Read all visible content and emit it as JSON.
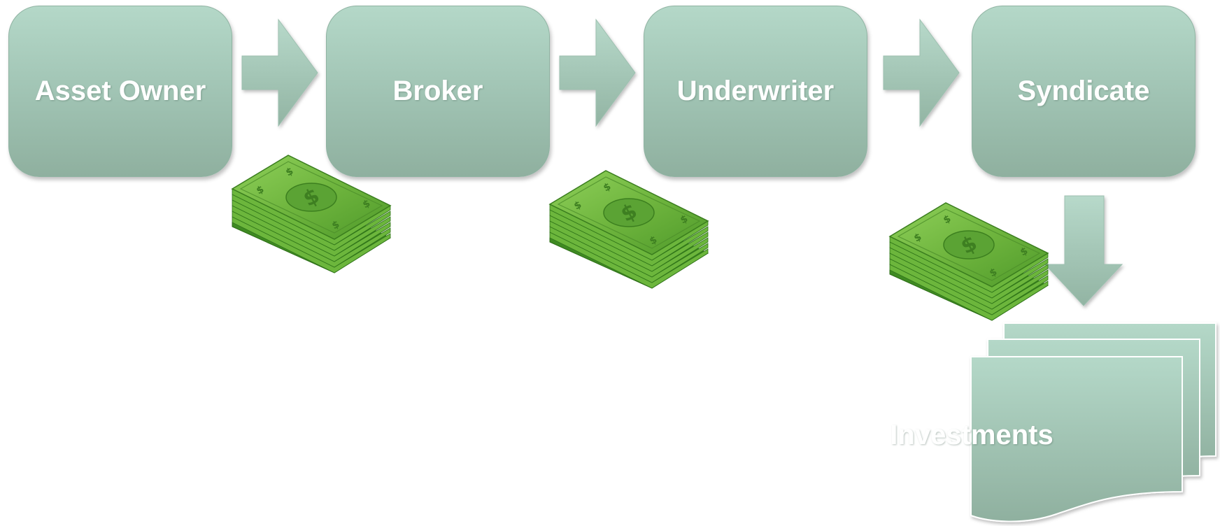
{
  "nodes": {
    "asset_owner": "Asset Owner",
    "broker": "Broker",
    "underwriter": "Underwriter",
    "syndicate": "Syndicate",
    "investments": "Investments"
  },
  "icons": {
    "flow_arrow": "right-arrow-icon",
    "down_arrow": "down-arrow-icon",
    "money": "money-stack-icon"
  },
  "colors": {
    "node_fill_top": "#b4d8c8",
    "node_fill_bottom": "#8fb09f",
    "money_green": "#5fa63a"
  }
}
